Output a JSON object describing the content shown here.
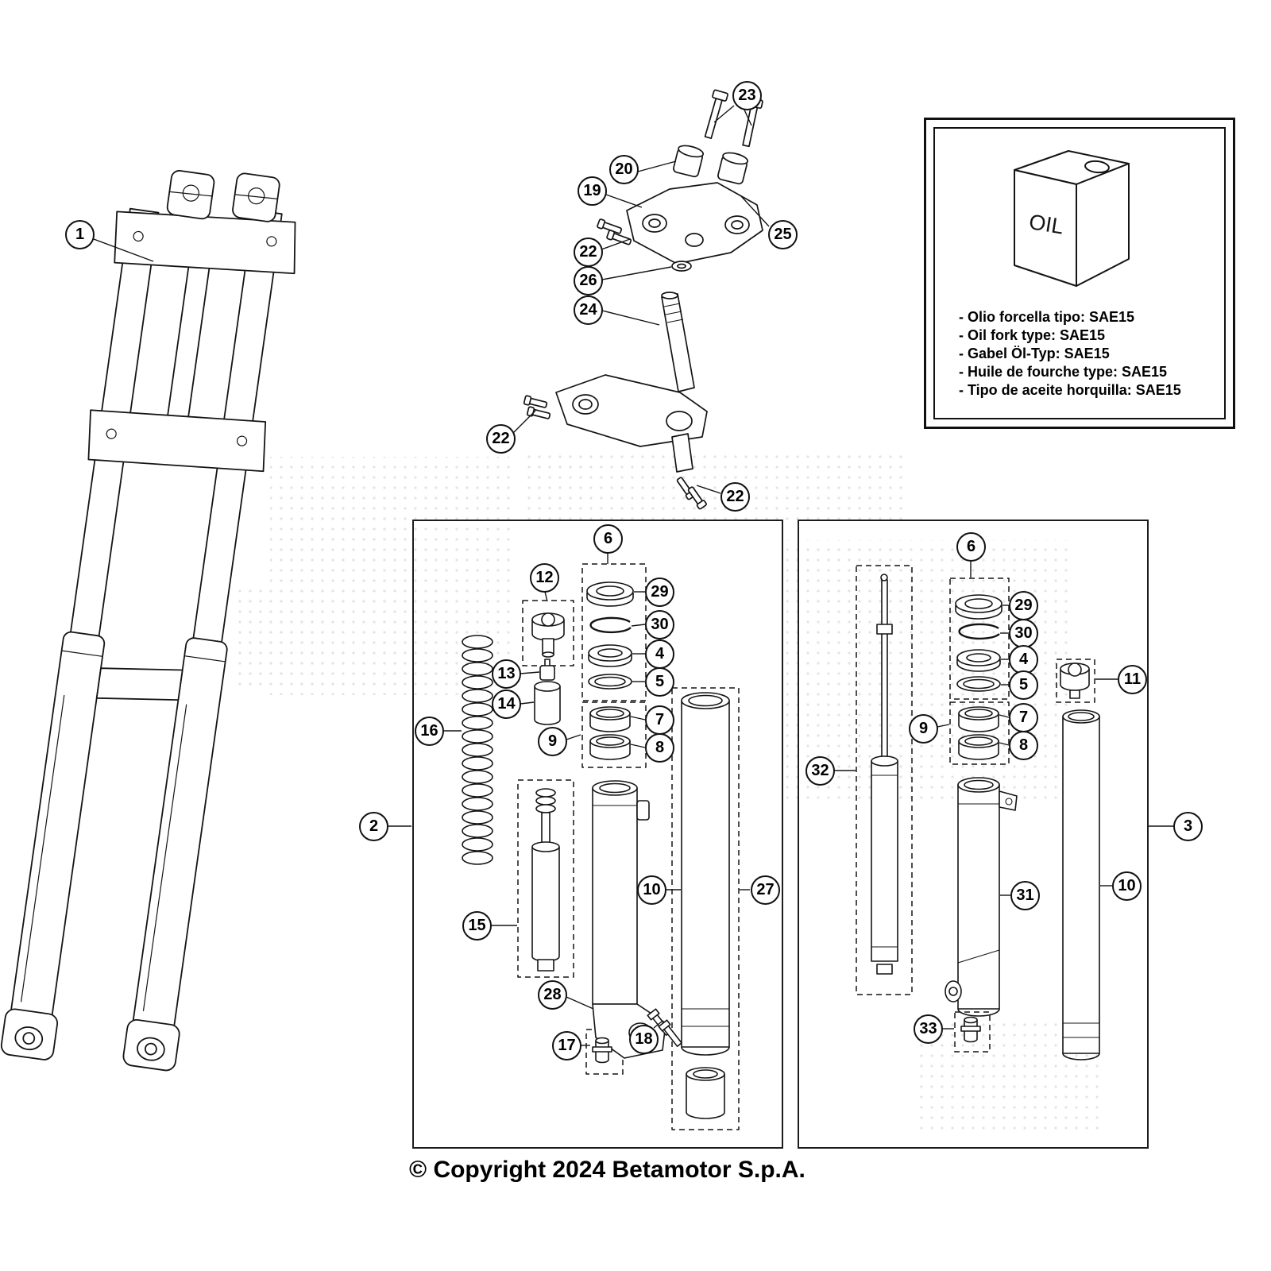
{
  "page": {
    "copyright": "© Copyright 2024 Betamotor S.p.A."
  },
  "info_box": {
    "oil_label": "OIL",
    "lines": [
      "- Olio forcella tipo: SAE15",
      "- Oil fork type: SAE15",
      "- Gabel Öl-Typ: SAE15",
      "- Huile de fourche type: SAE15",
      "- Tipo de aceite horquilla: SAE15"
    ]
  },
  "callouts": {
    "1": "1",
    "2": "2",
    "3": "3",
    "4": "4",
    "5": "5",
    "6": "6",
    "7": "7",
    "8": "8",
    "9": "9",
    "10": "10",
    "11": "11",
    "12": "12",
    "13": "13",
    "14": "14",
    "15": "15",
    "16": "16",
    "17": "17",
    "18": "18",
    "19": "19",
    "20": "20",
    "22": "22",
    "23": "23",
    "24": "24",
    "25": "25",
    "26": "26",
    "27": "27",
    "28": "28",
    "29": "29",
    "30": "30",
    "31": "31",
    "32": "32",
    "33": "33"
  }
}
